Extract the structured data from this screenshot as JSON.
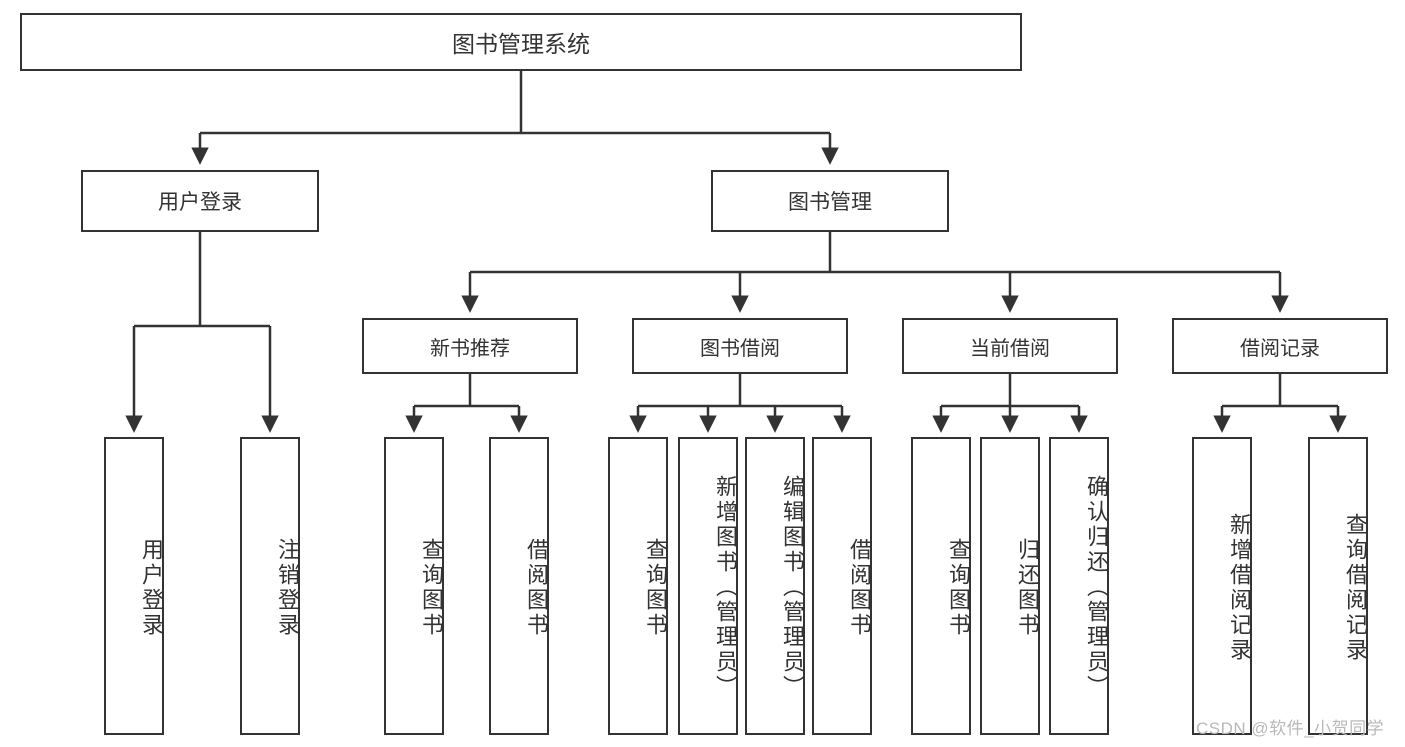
{
  "diagram": {
    "title": "图书管理系统",
    "type": "tree-hierarchy-diagram",
    "root": {
      "label": "图书管理系统"
    },
    "level2": [
      {
        "label": "用户登录"
      },
      {
        "label": "图书管理"
      }
    ],
    "level3": [
      {
        "label": "新书推荐"
      },
      {
        "label": "图书借阅"
      },
      {
        "label": "当前借阅"
      },
      {
        "label": "借阅记录"
      }
    ],
    "leaves": {
      "user_login": [
        {
          "label": "用户登录"
        },
        {
          "label": "注销登录"
        }
      ],
      "new_book_recommend": [
        {
          "label": "查询图书"
        },
        {
          "label": "借阅图书"
        }
      ],
      "book_borrow": [
        {
          "label": "查询图书"
        },
        {
          "label": "新增图书（管理员）"
        },
        {
          "label": "编辑图书（管理员）"
        },
        {
          "label": "借阅图书"
        }
      ],
      "current_borrow": [
        {
          "label": "查询图书"
        },
        {
          "label": "归还图书"
        },
        {
          "label": "确认归还（管理员）"
        }
      ],
      "borrow_record": [
        {
          "label": "新增借阅记录"
        },
        {
          "label": "查询借阅记录"
        }
      ]
    }
  },
  "watermark": {
    "text": "CSDN @软件_小贺同学"
  },
  "colors": {
    "stroke": "#333333",
    "background": "#ffffff",
    "text": "#333333",
    "watermark": "#b9b9b9"
  }
}
